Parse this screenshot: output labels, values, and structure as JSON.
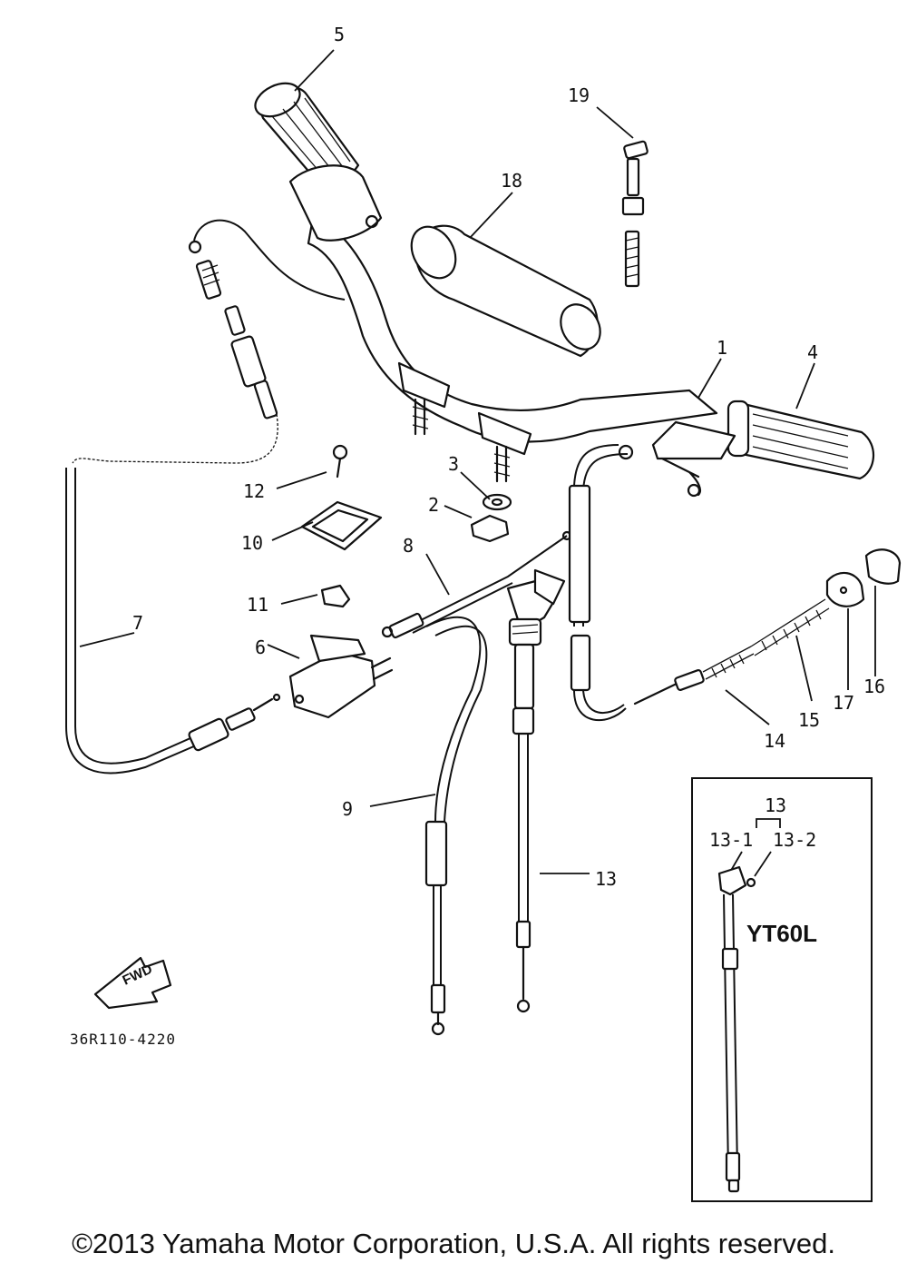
{
  "part_labels": {
    "p1": "1",
    "p2": "2",
    "p3": "3",
    "p4": "4",
    "p5": "5",
    "p6": "6",
    "p7": "7",
    "p8": "8",
    "p9": "9",
    "p10": "10",
    "p11": "11",
    "p12": "12",
    "p13": "13",
    "p14": "14",
    "p15": "15",
    "p16": "16",
    "p17": "17",
    "p18": "18",
    "p19": "19"
  },
  "inset": {
    "title": "YT60L",
    "label_13": "13",
    "label_13_1": "13-1",
    "label_13_2": "13-2"
  },
  "fwd_label": "FWD",
  "diagram_code": "36R110-4220",
  "copyright": "©2013 Yamaha Motor Corporation, U.S.A. All rights reserved."
}
